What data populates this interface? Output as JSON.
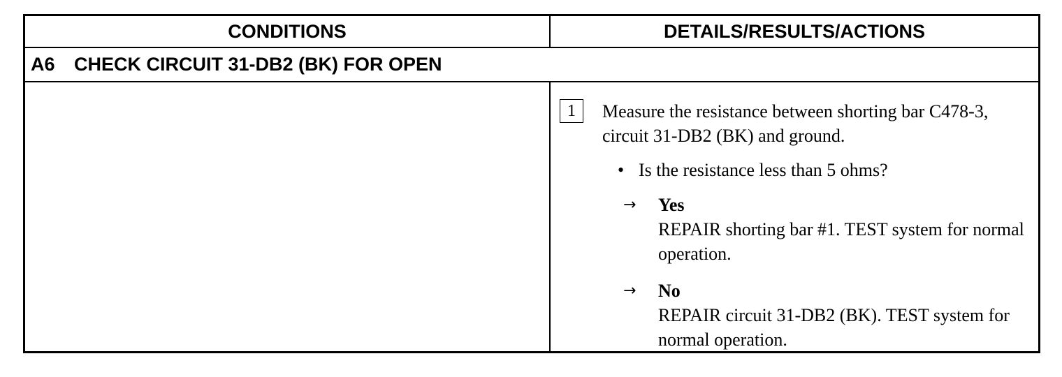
{
  "header": {
    "conditions": "CONDITIONS",
    "details": "DETAILS/RESULTS/ACTIONS"
  },
  "section": {
    "id": "A6",
    "title": "CHECK CIRCUIT 31-DB2 (BK) FOR OPEN"
  },
  "step": {
    "number": "1",
    "instruction": "Measure the resistance between shorting bar C478-3, circuit 31-DB2 (BK) and ground.",
    "question": "Is the resistance less than 5 ohms?"
  },
  "results": {
    "arrow": "→",
    "bullet": "•",
    "yes": {
      "label": "Yes",
      "text": "REPAIR shorting bar #1. TEST system for normal operation."
    },
    "no": {
      "label": "No",
      "text": "REPAIR circuit 31-DB2 (BK). TEST system for normal operation."
    }
  }
}
